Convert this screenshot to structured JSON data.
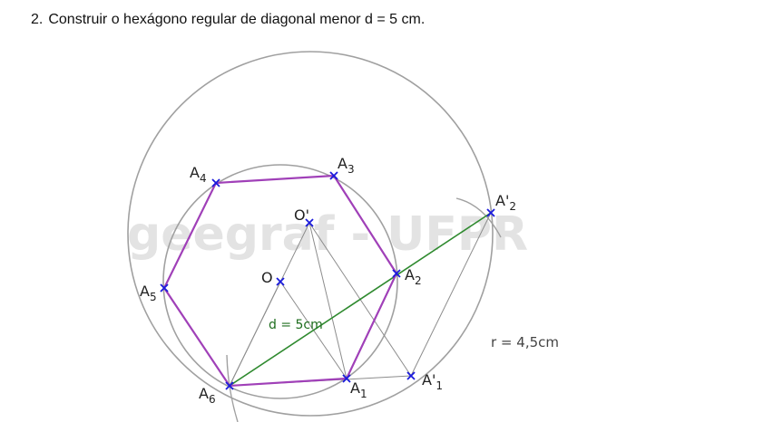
{
  "problem": {
    "number": "2.",
    "statement": "Construir o hexágono regular de diagonal menor d = 5 cm."
  },
  "watermark": "geegraf - UFPR",
  "labels": {
    "A1": {
      "base": "A",
      "sub": "1"
    },
    "A2": {
      "base": "A",
      "sub": "2"
    },
    "A3": {
      "base": "A",
      "sub": "3"
    },
    "A4": {
      "base": "A",
      "sub": "4"
    },
    "A5": {
      "base": "A",
      "sub": "5"
    },
    "A6": {
      "base": "A",
      "sub": "6"
    },
    "A1p": {
      "base": "A'",
      "sub": "1"
    },
    "A2p": {
      "base": "A'",
      "sub": "2"
    },
    "O": "O",
    "Op": "O'"
  },
  "diagonal_label": "d = 5cm",
  "radius_label": "r = 4,5cm",
  "colors": {
    "hexagon": "#a040b8",
    "points": "#1a1adc",
    "diagonal": "#2f8a2f",
    "diagonal_label": "#1f6e1f",
    "construction": "#8c8c8c",
    "circles": "#a0a0a0",
    "watermark": "#e3e3e3",
    "text": "#222222"
  }
}
